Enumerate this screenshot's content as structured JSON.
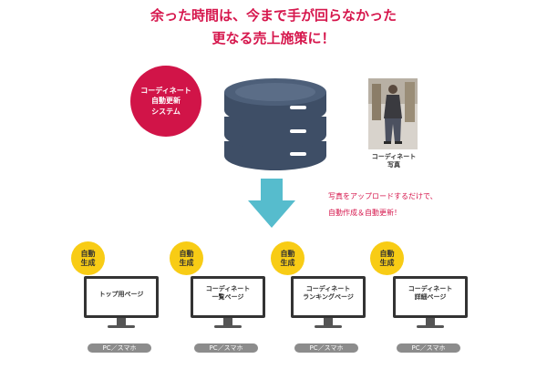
{
  "headline": {
    "line1": "余った時間は、今まで手が回らなかった",
    "line2": "更なる売上施策に！"
  },
  "system_badge": {
    "line1": "コーディネート",
    "line2": "自動更新",
    "line3": "システム"
  },
  "photo": {
    "caption_line1": "コーディネート",
    "caption_line2": "写真"
  },
  "upload_note": {
    "line1": "写真をアップロードするだけで、",
    "line2": "自動作成＆自動更新！"
  },
  "colors": {
    "accent": "#d6174d",
    "badge": "#d11448",
    "database": "#3e4e66",
    "arrow": "#56bccd",
    "auto_badge": "#f8cc15",
    "device_pill": "#8c8c8c"
  },
  "auto_badge": {
    "line1": "自動",
    "line2": "生成"
  },
  "screens": [
    {
      "line1": "トップ用ページ",
      "line2": "",
      "device": "PC／スマホ"
    },
    {
      "line1": "コーディネート",
      "line2": "一覧ページ",
      "device": "PC／スマホ"
    },
    {
      "line1": "コーディネート",
      "line2": "ランキングページ",
      "device": "PC／スマホ"
    },
    {
      "line1": "コーディネート",
      "line2": "詳細ページ",
      "device": "PC／スマホ"
    }
  ]
}
